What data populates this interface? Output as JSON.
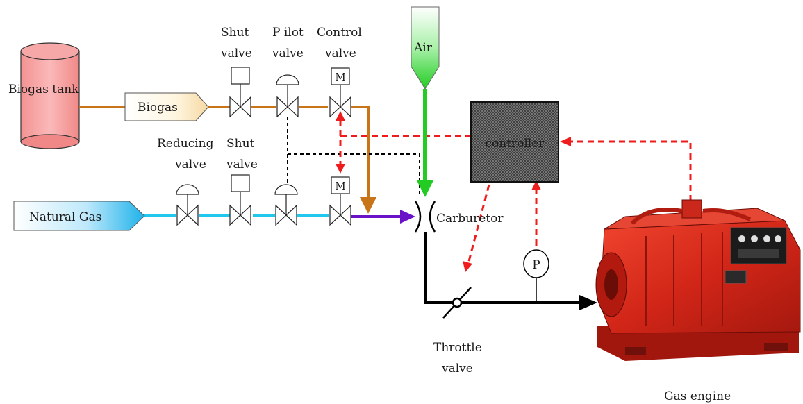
{
  "labels": {
    "biogas_tank": "Biogas tank",
    "biogas": "Biogas",
    "natural_gas": "Natural Gas",
    "air": "Air",
    "controller": "controller",
    "carburetor": "Carburetor",
    "throttle_l1": "Throttle",
    "throttle_l2": "valve",
    "gas_engine": "Gas engine",
    "shut_valve_top_l1": "Shut",
    "shut_valve_top_l2": "valve",
    "pilot_valve_l1": "P ilot",
    "pilot_valve_l2": "valve",
    "control_valve_l1": "Control",
    "control_valve_l2": "valve",
    "reducing_valve_l1": "Reducing",
    "reducing_valve_l2": "valve",
    "shut_valve_bot_l1": "Shut",
    "shut_valve_bot_l2": "valve",
    "motor_top": "M",
    "motor_bottom": "M",
    "pressure_sensor": "P"
  },
  "colors": {
    "biogas_line": "#c8751a",
    "natural_gas_line": "#22c7ee",
    "mixed_line": "#6a12c8",
    "air_line": "#22cc22",
    "exhaust_line": "#000000",
    "signal_line": "#ee1c1c",
    "pilot_line": "#000000",
    "tank_fill": "#f5a0a0",
    "engine_fill": "#d8281c",
    "controller_fill": "#707070"
  }
}
